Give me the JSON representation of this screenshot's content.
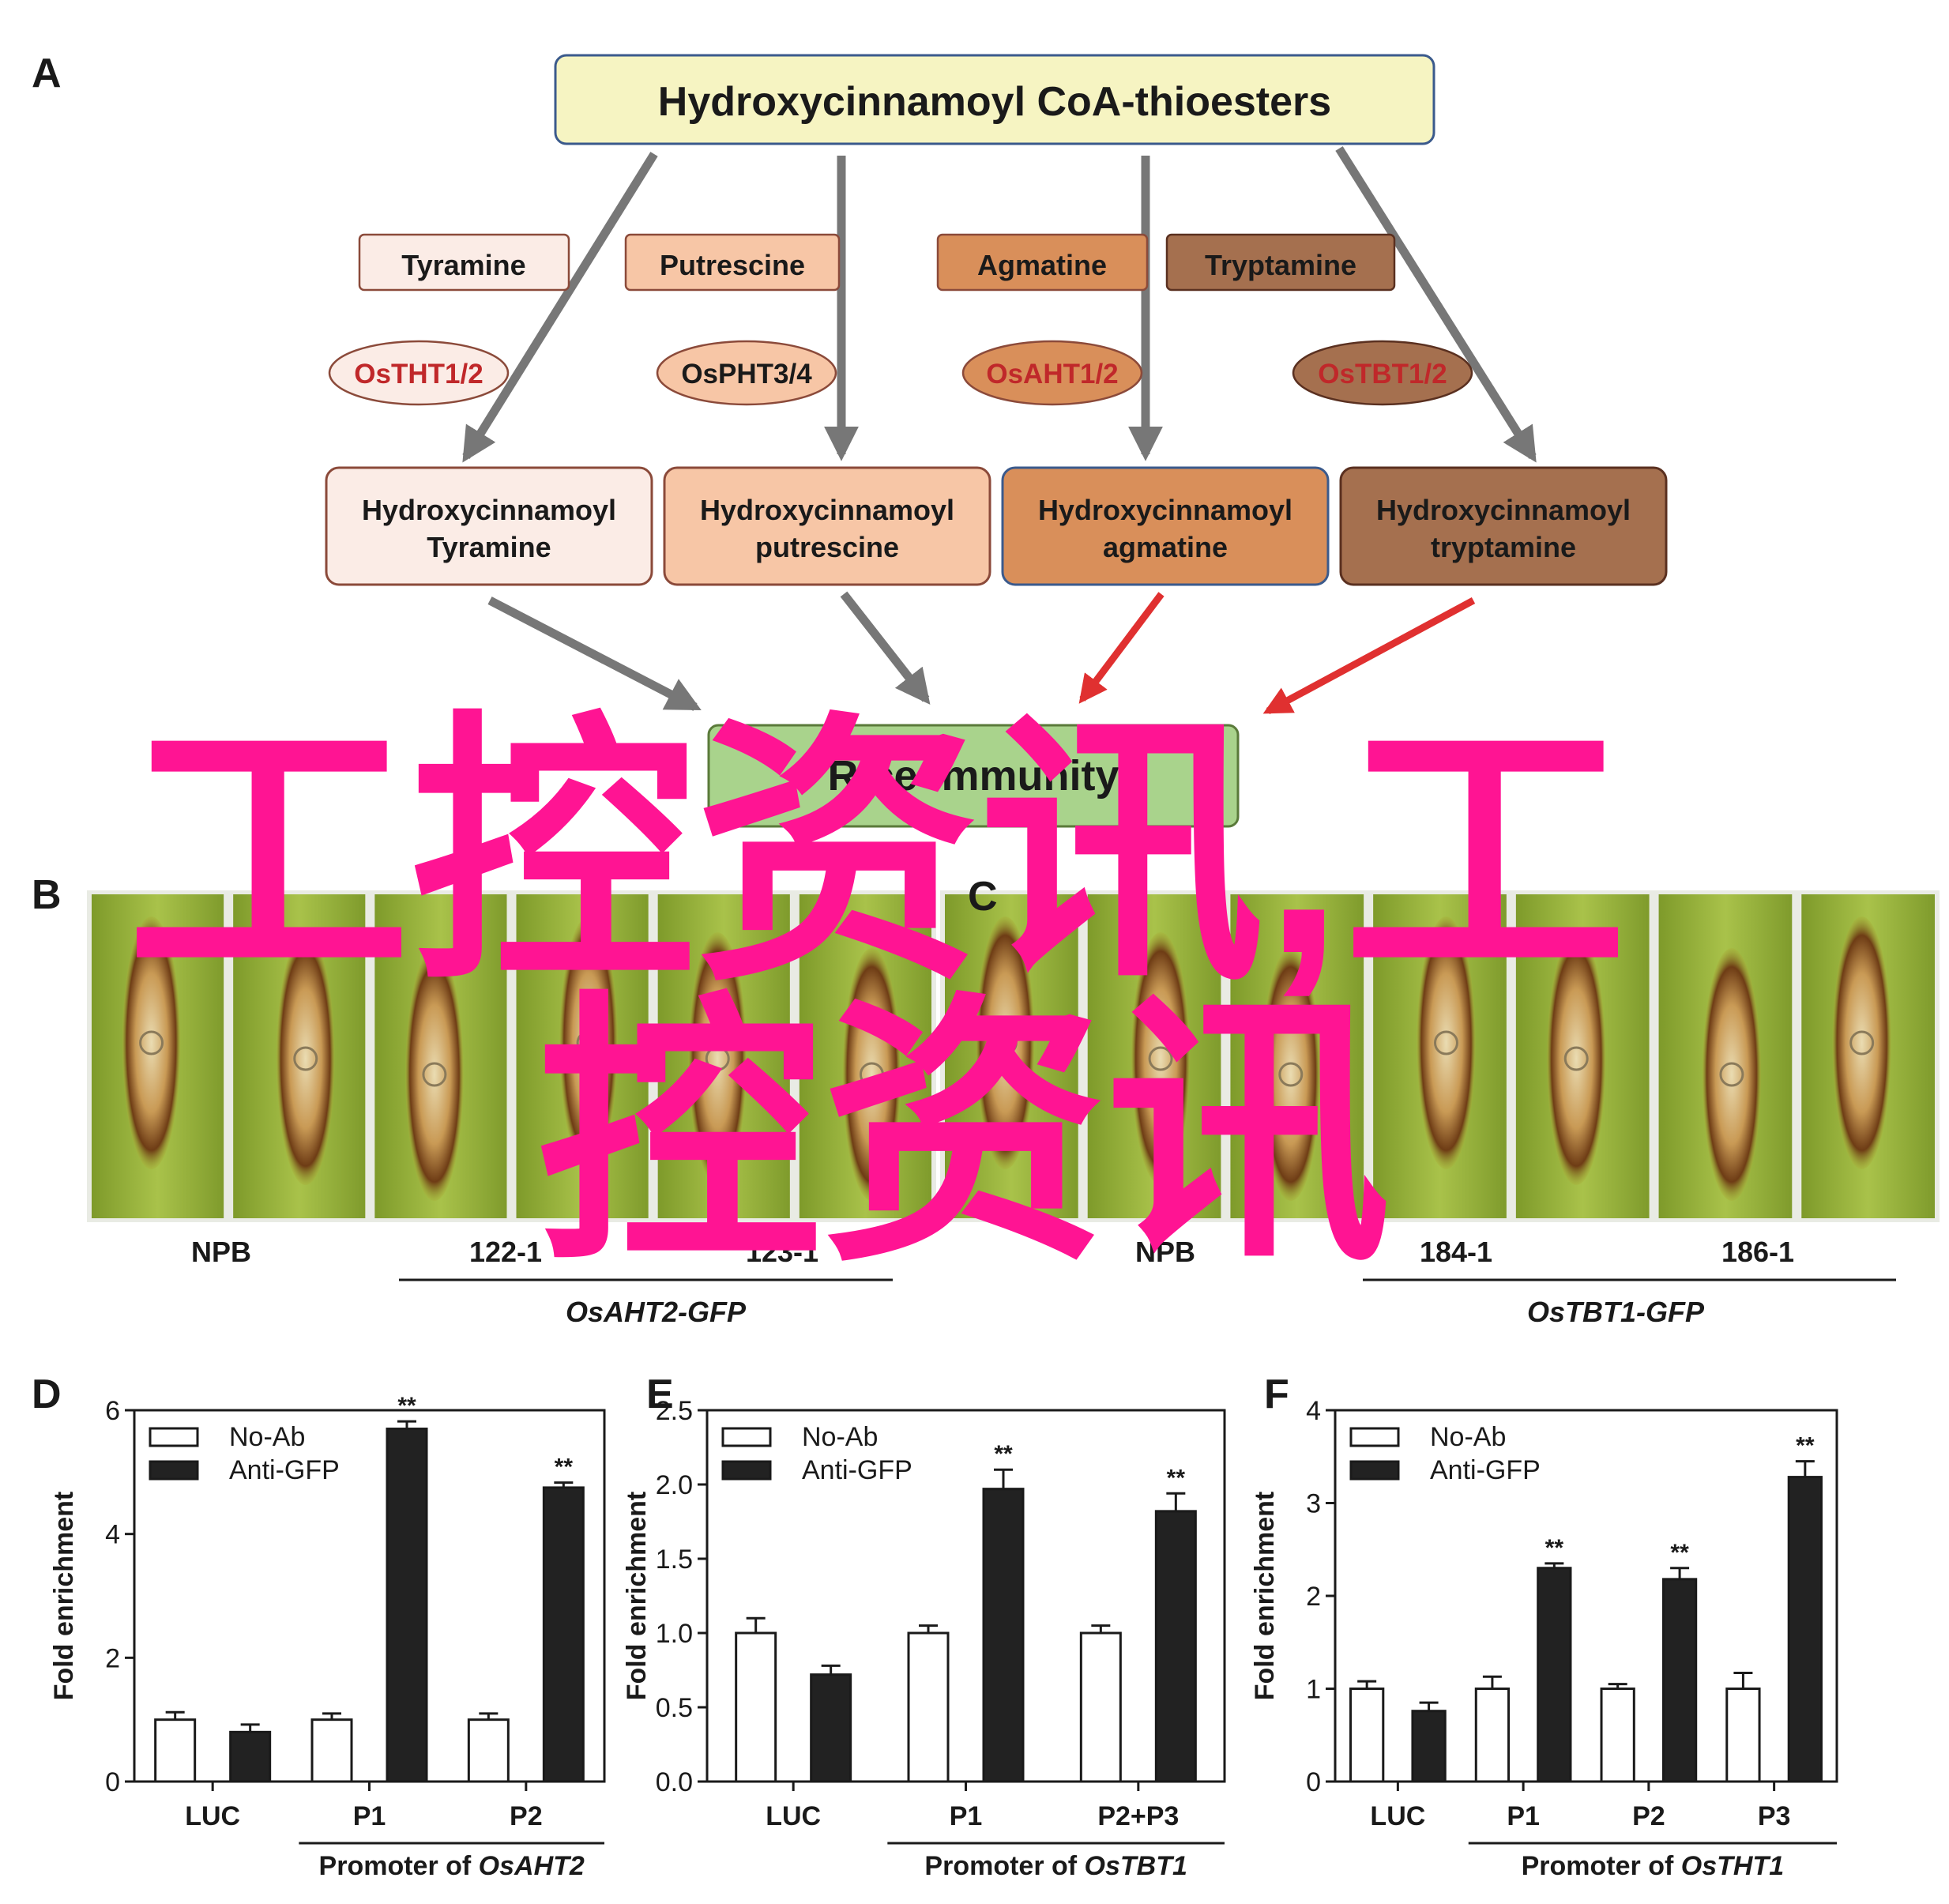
{
  "panelA": {
    "letter": "A",
    "top_box": "Hydroxycinnamoyl CoA-thioesters",
    "substrates": [
      "Tyramine",
      "Putrescine",
      "Agmatine",
      "Tryptamine"
    ],
    "enzymes": [
      "OsTHT1/2",
      "OsPHT3/4",
      "OsAHT1/2",
      "OsTBT1/2"
    ],
    "products": [
      {
        "line1": "Hydroxycinnamoyl",
        "line2": "Tyramine"
      },
      {
        "line1": "Hydroxycinnamoyl",
        "line2": "putrescine"
      },
      {
        "line1": "Hydroxycinnamoyl",
        "line2": "agmatine"
      },
      {
        "line1": "Hydroxycinnamoyl",
        "line2": "tryptamine"
      }
    ],
    "bottom_box": "Rice immunity",
    "colors": {
      "top_fill": "#f6f4c2",
      "top_stroke": "#3b5a8c",
      "tyr_fill": "#fbece6",
      "put_fill": "#f7c6a6",
      "agm_fill": "#d98f5a",
      "try_fill": "#a5704f",
      "immunity_fill": "#a9d38c",
      "arrow_gray": "#777777",
      "arrow_red": "#e03030",
      "enzyme_red": "#c0282a"
    }
  },
  "panelB": {
    "letter": "B",
    "labels": [
      "NPB",
      "122-1",
      "123-1"
    ],
    "group": "OsAHT2-GFP"
  },
  "panelC": {
    "letter": "C",
    "labels": [
      "NPB",
      "184-1",
      "186-1"
    ],
    "group": "OsTBT1-GFP"
  },
  "watermark": {
    "line1": "工控资讯,工",
    "line2": "控资讯",
    "color": "#ff1493"
  },
  "legend": {
    "noab": "No-Ab",
    "antigfp": "Anti-GFP"
  },
  "chart_data": [
    {
      "type": "bar",
      "panel": "D",
      "categories": [
        "LUC",
        "P1",
        "P2"
      ],
      "series": [
        {
          "name": "No-Ab",
          "values": [
            1.0,
            1.0,
            1.0
          ],
          "errors": [
            0.12,
            0.1,
            0.1
          ]
        },
        {
          "name": "Anti-GFP",
          "values": [
            0.8,
            5.7,
            4.75
          ],
          "errors": [
            0.12,
            0.12,
            0.08
          ]
        }
      ],
      "significance": [
        "",
        "**",
        "**"
      ],
      "ylabel": "Fold enrichment",
      "ylim": [
        0,
        6
      ],
      "yticks": [
        0,
        2,
        4,
        6
      ],
      "group_label_prefix": "Promoter of ",
      "group_label_gene": "OsAHT2"
    },
    {
      "type": "bar",
      "panel": "E",
      "categories": [
        "LUC",
        "P1",
        "P2+P3"
      ],
      "series": [
        {
          "name": "No-Ab",
          "values": [
            1.0,
            1.0,
            1.0
          ],
          "errors": [
            0.1,
            0.05,
            0.05
          ]
        },
        {
          "name": "Anti-GFP",
          "values": [
            0.72,
            1.97,
            1.82
          ],
          "errors": [
            0.06,
            0.13,
            0.12
          ]
        }
      ],
      "significance": [
        "",
        "**",
        "**"
      ],
      "ylabel": "Fold enrichment",
      "ylim": [
        0,
        2.5
      ],
      "yticks": [
        0.0,
        0.5,
        1.0,
        1.5,
        2.0,
        2.5
      ],
      "group_label_prefix": "Promoter of ",
      "group_label_gene": "OsTBT1"
    },
    {
      "type": "bar",
      "panel": "F",
      "categories": [
        "LUC",
        "P1",
        "P2",
        "P3"
      ],
      "series": [
        {
          "name": "No-Ab",
          "values": [
            1.0,
            1.0,
            1.0,
            1.0
          ],
          "errors": [
            0.08,
            0.13,
            0.05,
            0.17
          ]
        },
        {
          "name": "Anti-GFP",
          "values": [
            0.76,
            2.3,
            2.18,
            3.28
          ],
          "errors": [
            0.09,
            0.05,
            0.12,
            0.17
          ]
        }
      ],
      "significance": [
        "",
        "**",
        "**",
        "**"
      ],
      "ylabel": "Fold enrichment",
      "ylim": [
        0,
        4
      ],
      "yticks": [
        0,
        1,
        2,
        3,
        4
      ],
      "group_label_prefix": "Promoter of ",
      "group_label_gene": "OsTHT1"
    }
  ]
}
